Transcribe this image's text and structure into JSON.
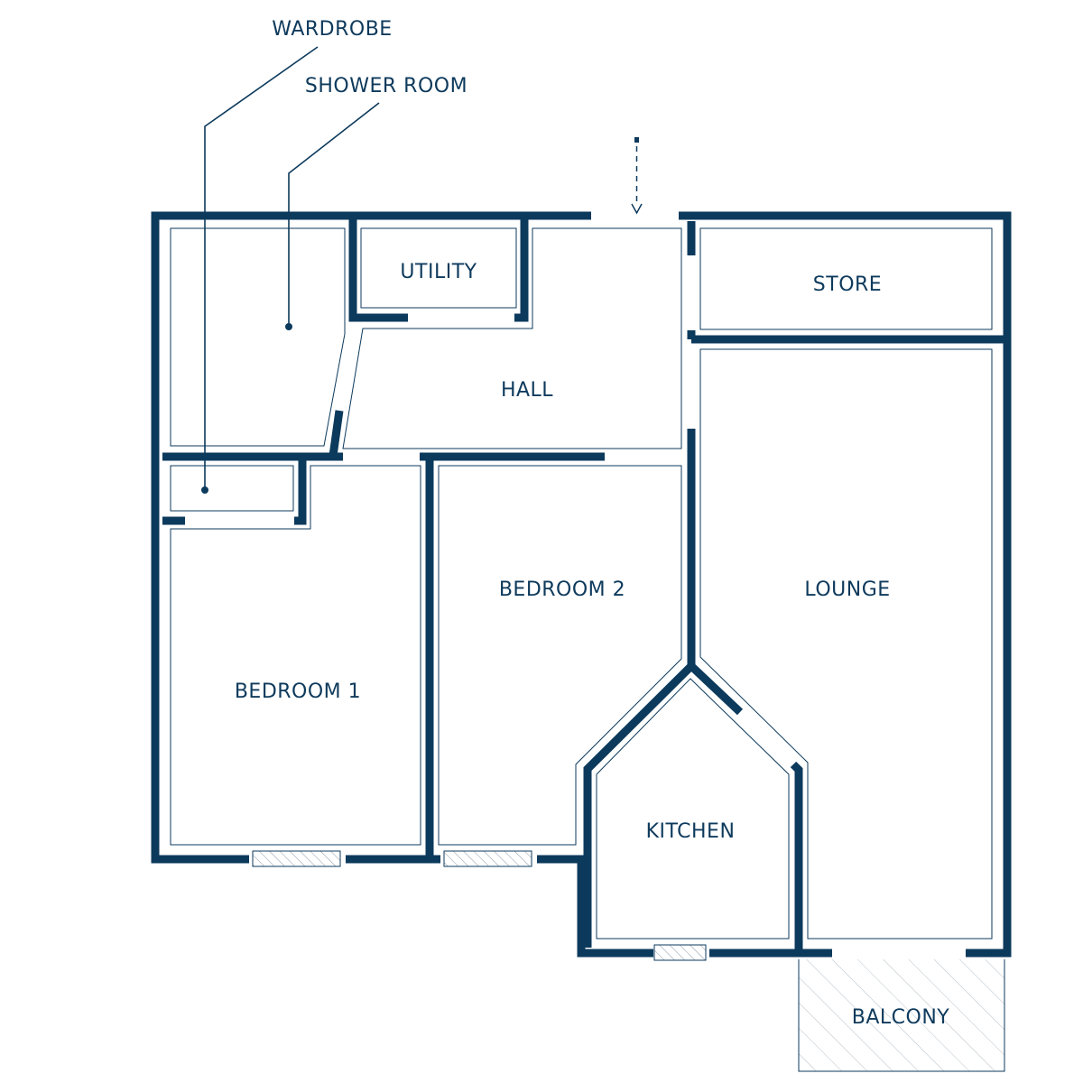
{
  "colors": {
    "wall": "#0c3a5c",
    "label": "#0e3a5c",
    "hatch": "#8a9aa8",
    "background": "#ffffff"
  },
  "rooms": {
    "utility": "UTILITY",
    "hall": "HALL",
    "store": "STORE",
    "lounge": "LOUNGE",
    "bedroom1": "BEDROOM 1",
    "bedroom2": "BEDROOM 2",
    "kitchen": "KITCHEN",
    "balcony": "BALCONY"
  },
  "callouts": {
    "wardrobe": "WARDROBE",
    "shower_room": "SHOWER ROOM"
  },
  "icons": {
    "entrance": "entrance-arrow-icon"
  }
}
